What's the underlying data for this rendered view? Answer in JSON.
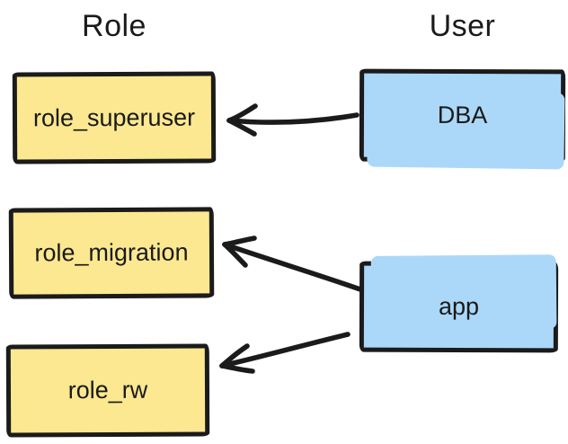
{
  "diagram": {
    "columns": [
      {
        "id": "role",
        "title": "Role"
      },
      {
        "id": "user",
        "title": "User"
      }
    ],
    "nodes": {
      "roles": [
        {
          "id": "role_superuser",
          "label": "role_superuser"
        },
        {
          "id": "role_migration",
          "label": "role_migration"
        },
        {
          "id": "role_rw",
          "label": "role_rw"
        }
      ],
      "users": [
        {
          "id": "DBA",
          "label": "DBA"
        },
        {
          "id": "app",
          "label": "app"
        }
      ]
    },
    "edges": [
      {
        "from": "DBA",
        "to": "role_superuser"
      },
      {
        "from": "app",
        "to": "role_migration"
      },
      {
        "from": "app",
        "to": "role_rw"
      }
    ],
    "colors": {
      "role_fill": "#FBE890",
      "user_fill": "#ABD8F8",
      "stroke": "#1B1B1B",
      "background": "#FFFFFF"
    }
  }
}
